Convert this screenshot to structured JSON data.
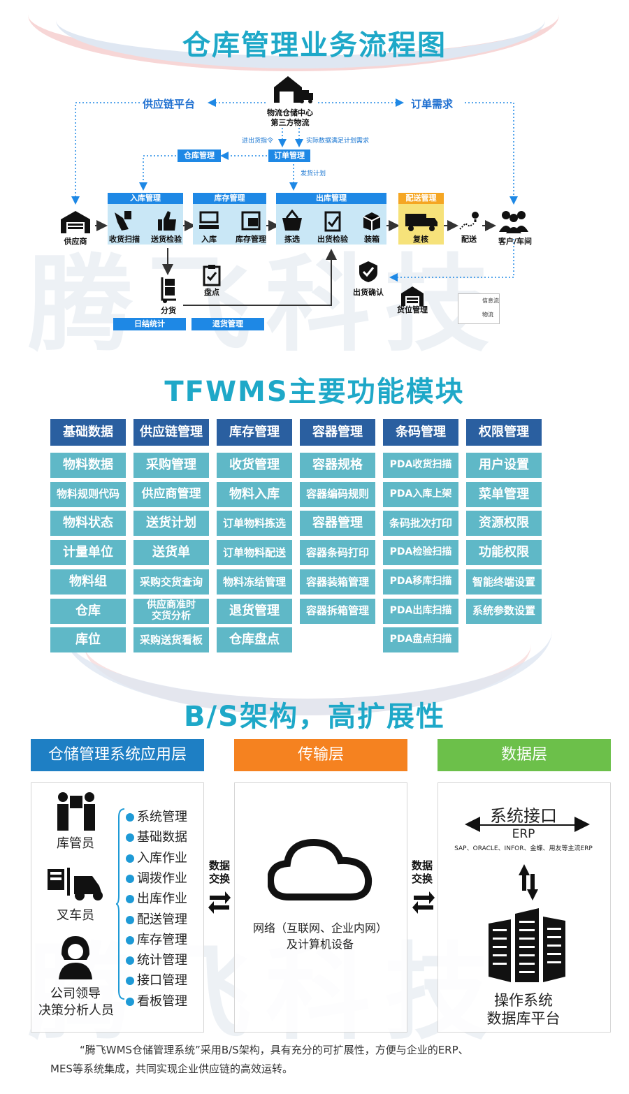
{
  "flow": {
    "title": "仓库管理业务流程图",
    "center_line1": "物流仓储中心",
    "center_line2": "第三方物流",
    "supply_chain": "供应链平台",
    "order_demand": "订单需求",
    "inbound_cmd": "进出货指令",
    "actual_data": "实际数据满足计划需求",
    "warehouse_mgmt": "仓库管理",
    "order_mgmt": "订单管理",
    "ship_plan": "发货计划",
    "groups": {
      "inbound": "入库管理",
      "stock": "库存管理",
      "outbound": "出库管理",
      "delivery": "配送管理"
    },
    "nodes": {
      "supplier": "供应商",
      "receive_scan": "收货扫描",
      "deliver_check": "送货检验",
      "putaway": "入库",
      "stock_mgmt": "库存管理",
      "pick": "拣选",
      "ship_check": "出货检验",
      "pack": "装箱",
      "recheck": "复核",
      "deliver": "配送",
      "customer": "客户/车间",
      "split": "分货",
      "count": "盘点",
      "ship_confirm": "出货确认",
      "location_mgmt": "货位管理"
    },
    "daily_stats": "日结统计",
    "return_mgmt": "退货管理",
    "legend_info": "信息流",
    "legend_logistics": "物流",
    "colors": {
      "blue": "#1e88e5",
      "yellow": "#f5c400",
      "pale": "#c9e7f6"
    }
  },
  "modules": {
    "title": "TFWMS主要功能模块",
    "columns": [
      {
        "head": "基础数据",
        "items": [
          "物料数据",
          "物料规则代码",
          "物料状态",
          "计量单位",
          "物料组",
          "仓库",
          "库位"
        ]
      },
      {
        "head": "供应链管理",
        "items": [
          "采购管理",
          "供应商管理",
          "送货计划",
          "送货单",
          "采购交货查询",
          "供应商准时\n交货分析",
          "采购送货看板"
        ]
      },
      {
        "head": "库存管理",
        "items": [
          "收货管理",
          "物料入库",
          "订单物料拣选",
          "订单物料配送",
          "物料冻结管理",
          "退货管理",
          "仓库盘点"
        ]
      },
      {
        "head": "容器管理",
        "items": [
          "容器规格",
          "容器编码规则",
          "容器管理",
          "容器条码打印",
          "容器装箱管理",
          "容器拆箱管理"
        ]
      },
      {
        "head": "条码管理",
        "items": [
          "PDA收货扫描",
          "PDA入库上架",
          "条码批次打印",
          "PDA检验扫描",
          "PDA移库扫描",
          "PDA出库扫描",
          "PDA盘点扫描"
        ]
      },
      {
        "head": "权限管理",
        "items": [
          "用户设置",
          "菜单管理",
          "资源权限",
          "功能权限",
          "智能终端设置",
          "系统参数设置"
        ]
      }
    ],
    "colors": {
      "head": "#2a5fa0",
      "cell": "#5fb8c7"
    }
  },
  "arch": {
    "title": "B/S架构，高扩展性",
    "app_layer": "仓储管理系统应用层",
    "transport_layer": "传输层",
    "data_layer": "数据层",
    "roles": [
      "库管员",
      "叉车员",
      "公司领导",
      "决策分析人员"
    ],
    "functions": [
      "系统管理",
      "基础数据",
      "入库作业",
      "调拨作业",
      "出库作业",
      "配送管理",
      "库存管理",
      "统计管理",
      "接口管理",
      "看板管理"
    ],
    "data_exchange_1": "数据",
    "data_exchange_2": "交换",
    "network_line1": "网络（互联网、企业内网）",
    "network_line2": "及计算机设备",
    "sys_interface": "系统接口",
    "erp": "ERP",
    "erp_list": "SAP、ORACLE、INFOR、金蝶、用友等主流ERP",
    "os_line1": "操作系统",
    "os_line2": "数据库平台",
    "note_line1": "“腾飞WMS仓储管理系统”采用B/S架构，具有充分的可扩展性，方便与企业的ERP、",
    "note_line2": "MES等系统集成，共同实现企业供应链的高效运转。",
    "colors": {
      "app": "#1e7fc4",
      "transport": "#f58220",
      "data": "#6cc04a"
    }
  },
  "watermark": "腾飞科技"
}
